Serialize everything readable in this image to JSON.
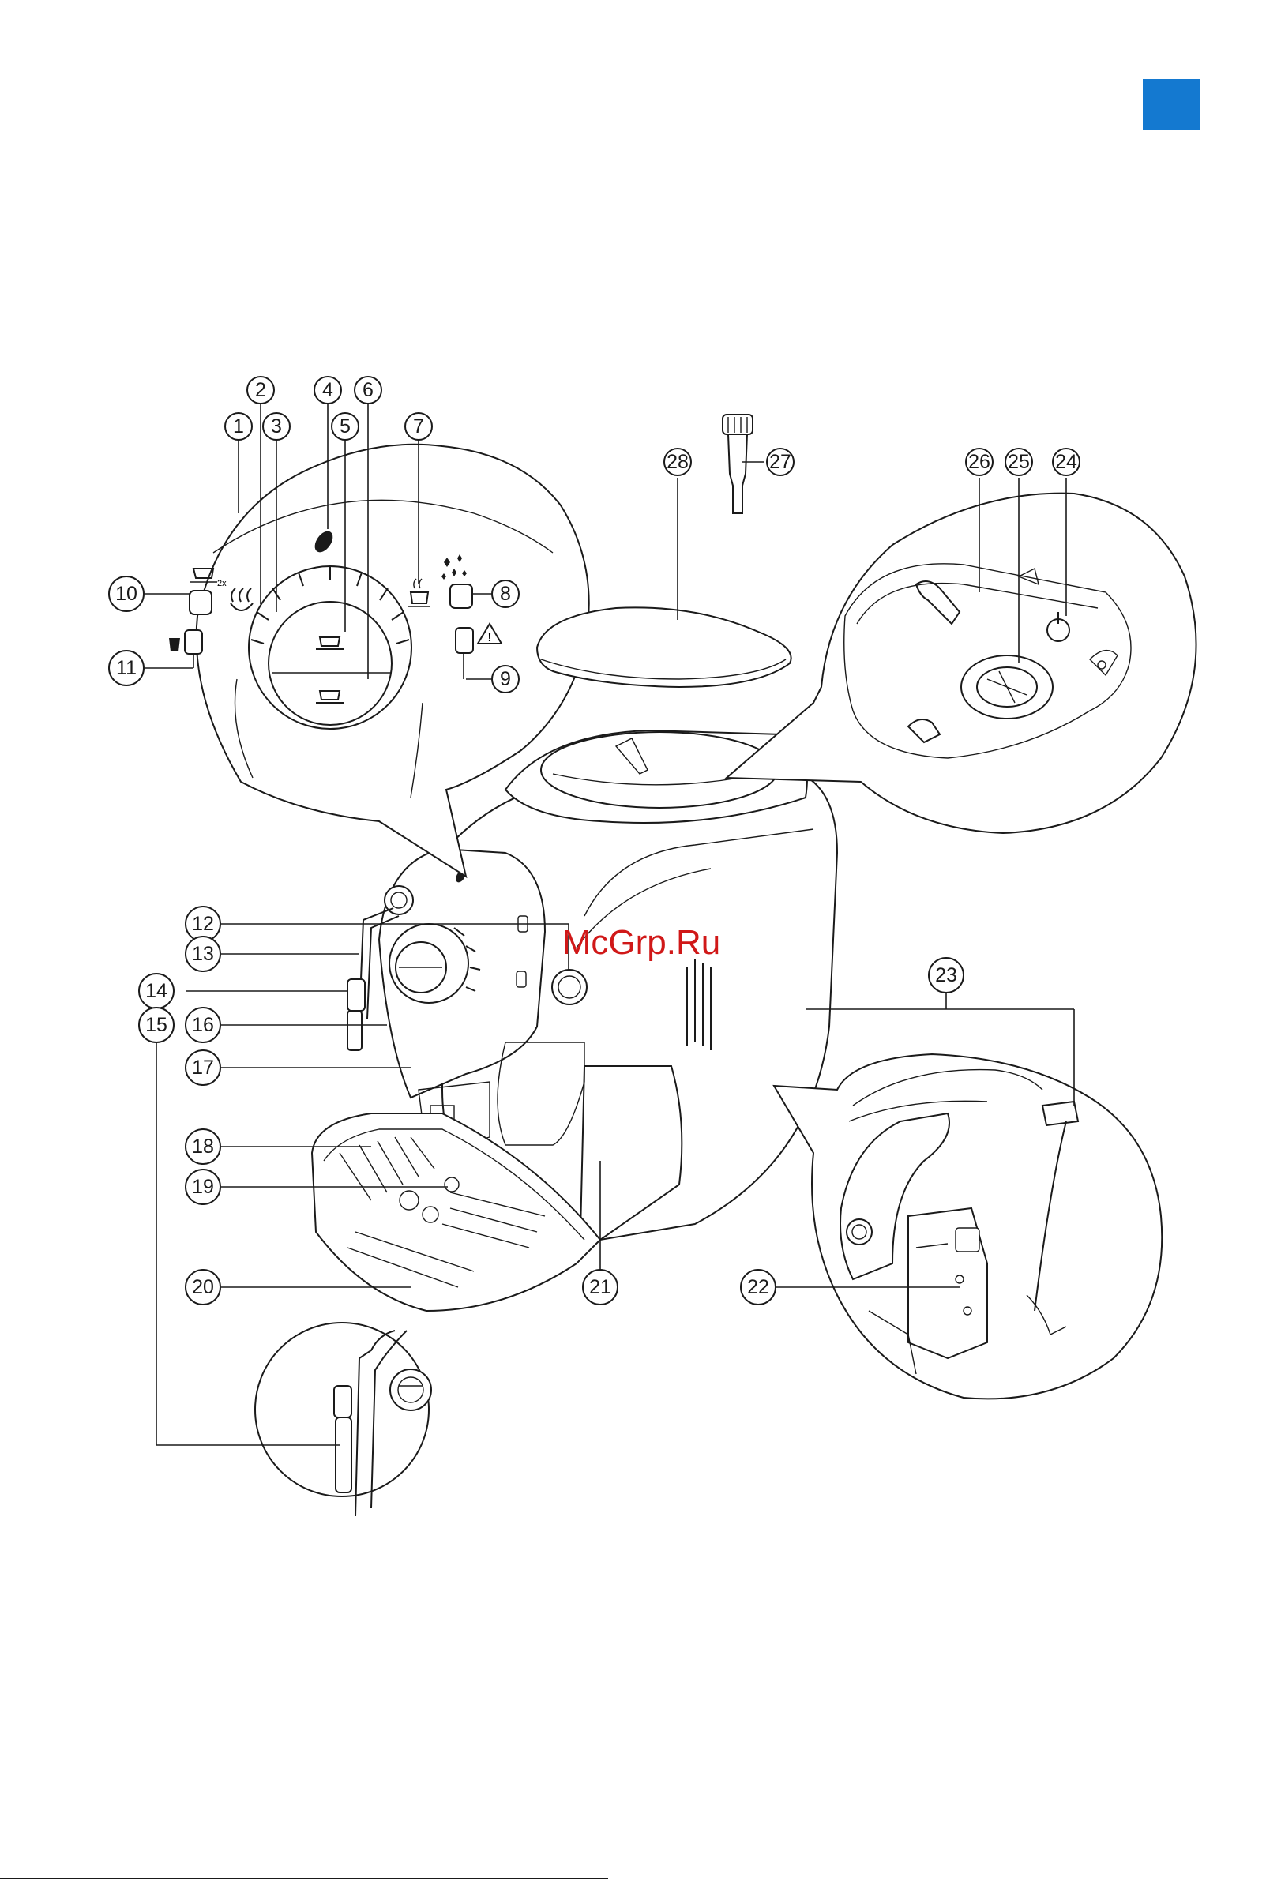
{
  "page": {
    "accent_color": "#1479d0"
  },
  "watermark": {
    "text": "McGrp.Ru",
    "color": "#d01818"
  },
  "callouts": [
    {
      "id": "1",
      "label": "1"
    },
    {
      "id": "2",
      "label": "2"
    },
    {
      "id": "3",
      "label": "3"
    },
    {
      "id": "4",
      "label": "4"
    },
    {
      "id": "5",
      "label": "5"
    },
    {
      "id": "6",
      "label": "6"
    },
    {
      "id": "7",
      "label": "7"
    },
    {
      "id": "8",
      "label": "8"
    },
    {
      "id": "9",
      "label": "9"
    },
    {
      "id": "10",
      "label": "10"
    },
    {
      "id": "11",
      "label": "11"
    },
    {
      "id": "12",
      "label": "12"
    },
    {
      "id": "13",
      "label": "13"
    },
    {
      "id": "14",
      "label": "14"
    },
    {
      "id": "15",
      "label": "15"
    },
    {
      "id": "16",
      "label": "16"
    },
    {
      "id": "17",
      "label": "17"
    },
    {
      "id": "18",
      "label": "18"
    },
    {
      "id": "19",
      "label": "19"
    },
    {
      "id": "20",
      "label": "20"
    },
    {
      "id": "21",
      "label": "21"
    },
    {
      "id": "22",
      "label": "22"
    },
    {
      "id": "23",
      "label": "23"
    },
    {
      "id": "24",
      "label": "24"
    },
    {
      "id": "25",
      "label": "25"
    },
    {
      "id": "26",
      "label": "26"
    },
    {
      "id": "27",
      "label": "27"
    },
    {
      "id": "28",
      "label": "28"
    }
  ],
  "panel_icons": {
    "double_cup": "2x",
    "warning": "!"
  }
}
